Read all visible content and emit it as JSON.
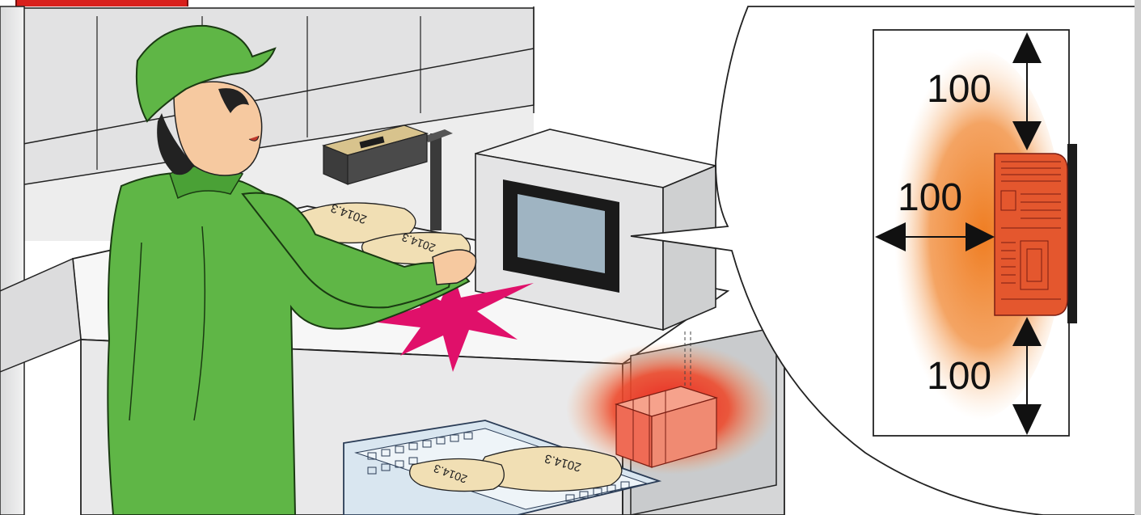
{
  "illustration": {
    "bag_date_label": "2014.3",
    "clearance": {
      "top": "100",
      "left": "100",
      "bottom": "100"
    }
  },
  "colors": {
    "worker_green": "#5fb646",
    "heat_orange": "#ef7d22",
    "heat_red": "#e8231e",
    "spark_magenta": "#e0106a",
    "hmi_body": "#e4572e",
    "screen_blue": "#9fb4c2",
    "tag_red": "#d8201c"
  }
}
